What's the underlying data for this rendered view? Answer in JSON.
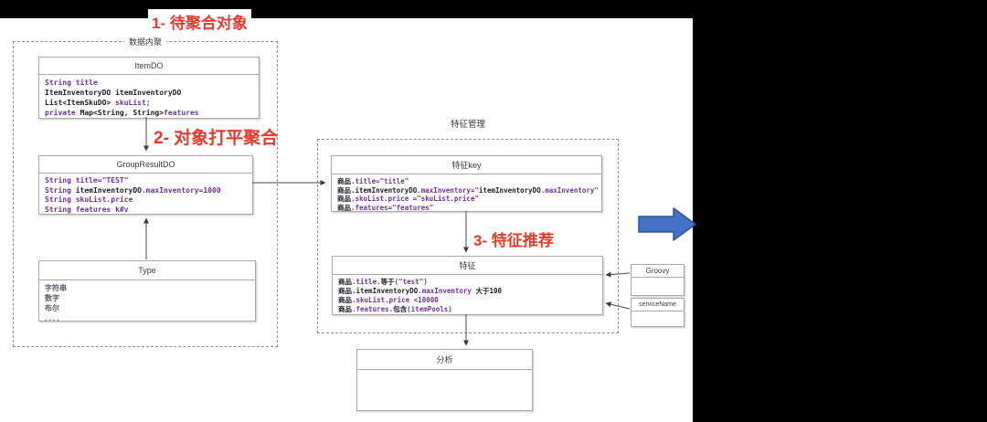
{
  "colors": {
    "red": "#e8392b",
    "purple": "#7030a0",
    "dark": "#1c1c28",
    "muted": "#5d5370",
    "blue_arrow": "#4472c4",
    "blue_arrow_border": "#2f5597"
  },
  "annotations": {
    "step1": "1- 待聚合对象",
    "step2": "2- 对象打平聚合",
    "step3": "3- 特征推荐"
  },
  "groups": {
    "data_cohesion": {
      "label": "数据内聚"
    },
    "feature_mgmt": {
      "label": "特征管理"
    }
  },
  "boxes": {
    "item_do": {
      "title": "ItemDO",
      "lines": [
        [
          {
            "t": "String title",
            "k": "p"
          }
        ],
        [
          {
            "t": "ItemInventoryDO itemInventoryDO",
            "k": "d"
          }
        ],
        [
          {
            "t": "List<ItemSkuDO>",
            "k": "d"
          },
          {
            "t": " skuList;",
            "k": "p"
          }
        ],
        [
          {
            "t": "private ",
            "k": "p"
          },
          {
            "t": "Map<String, String>",
            "k": "d"
          },
          {
            "t": "features",
            "k": "p"
          }
        ]
      ]
    },
    "group_result_do": {
      "title": "GroupResultDO",
      "lines": [
        [
          {
            "t": "String title=\"TEST\"",
            "k": "p"
          }
        ],
        [
          {
            "t": "String ",
            "k": "p"
          },
          {
            "t": "itemInventoryDO",
            "k": "d"
          },
          {
            "t": ".maxInventory=1000",
            "k": "p"
          }
        ],
        [
          {
            "t": "String skuList.price",
            "k": "p"
          }
        ],
        [
          {
            "t": "String features k#v",
            "k": "p"
          }
        ]
      ]
    },
    "type": {
      "title": "Type",
      "lines": [
        [
          {
            "t": "字符串",
            "k": "t"
          }
        ],
        [
          {
            "t": "数字",
            "k": "t"
          }
        ],
        [
          {
            "t": "布尔",
            "k": "t"
          }
        ],
        [
          {
            "t": ". . . .",
            "k": "p"
          }
        ]
      ]
    },
    "feature_key": {
      "title": "特征key",
      "lines": [
        [
          {
            "t": "商品",
            "k": "d"
          },
          {
            "t": ".title=\"title\"",
            "k": "p"
          }
        ],
        [
          {
            "t": "商品.itemInventoryDO",
            "k": "d"
          },
          {
            "t": ".maxInventory=\"",
            "k": "p"
          },
          {
            "t": "itemInventoryDO",
            "k": "d"
          },
          {
            "t": ".maxInventory\"",
            "k": "p"
          }
        ],
        [
          {
            "t": "商品",
            "k": "d"
          },
          {
            "t": ".skuList.price =\"skuList.price\"",
            "k": "p"
          }
        ],
        [
          {
            "t": "商品",
            "k": "d"
          },
          {
            "t": ".features=\"features\"",
            "k": "p"
          }
        ]
      ]
    },
    "feature": {
      "title": "特征",
      "lines": [
        [
          {
            "t": "商品",
            "k": "d"
          },
          {
            "t": ".title.",
            "k": "p"
          },
          {
            "t": "等于",
            "k": "d"
          },
          {
            "t": "(\"test\")",
            "k": "p"
          }
        ],
        [
          {
            "t": "商品.itemInventoryDO",
            "k": "d"
          },
          {
            "t": ".maxInventory ",
            "k": "p"
          },
          {
            "t": "大于100",
            "k": "d"
          }
        ],
        [
          {
            "t": "商品",
            "k": "d"
          },
          {
            "t": ".skuList.price <10000",
            "k": "p"
          }
        ],
        [
          {
            "t": "商品",
            "k": "d"
          },
          {
            "t": ".features.",
            "k": "p"
          },
          {
            "t": "包含",
            "k": "d"
          },
          {
            "t": "(itemPools)",
            "k": "p"
          }
        ]
      ]
    },
    "analysis": {
      "title": "分析",
      "lines": []
    },
    "groovy": {
      "title": "Groovy",
      "lines": []
    },
    "service_name": {
      "title": "serviceName",
      "lines": []
    }
  }
}
